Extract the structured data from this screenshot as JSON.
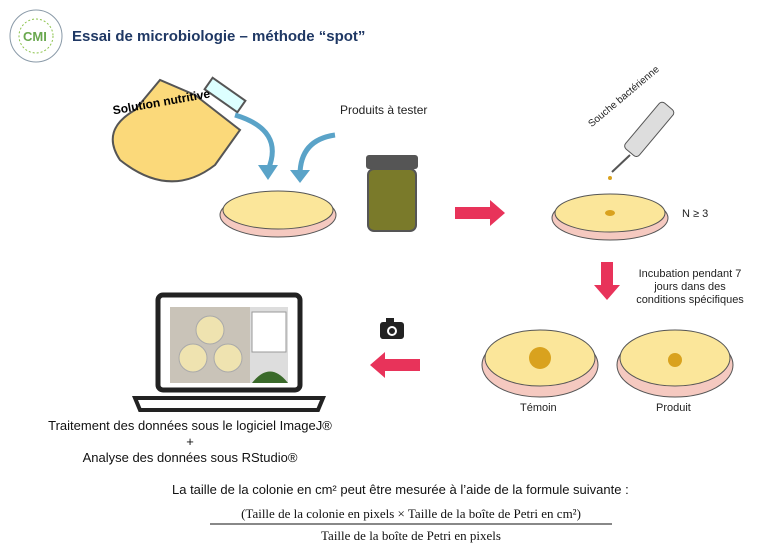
{
  "header": {
    "logo_text": "CMI",
    "title": "Essai de microbiologie – méthode “spot”"
  },
  "labels": {
    "nutrient": "Solution nutritive",
    "products": "Produits à tester",
    "strain": "Souche bactérienne",
    "n": "N ≥ 3",
    "incubation": "Incubation pendant 7 jours dans des conditions spécifiques",
    "control": "Témoin",
    "product": "Produit",
    "processing_1": "Traitement des données sous le logiciel ImageJ®",
    "plus": "+",
    "processing_2": "Analyse des données sous RStudio®"
  },
  "formula": {
    "intro": "La taille de la colonie en cm² peut être mesurée à l’aide de la formule suivante :",
    "numerator": "(Taille de la colonie en pixels × Taille de la boîte de Petri en cm²)",
    "denominator": "Taille de la boîte de Petri en pixels"
  },
  "colors": {
    "arrow": "#e8335a",
    "agar": "#fbe69a",
    "colony": "#d9a21e",
    "title": "#1f3864"
  }
}
